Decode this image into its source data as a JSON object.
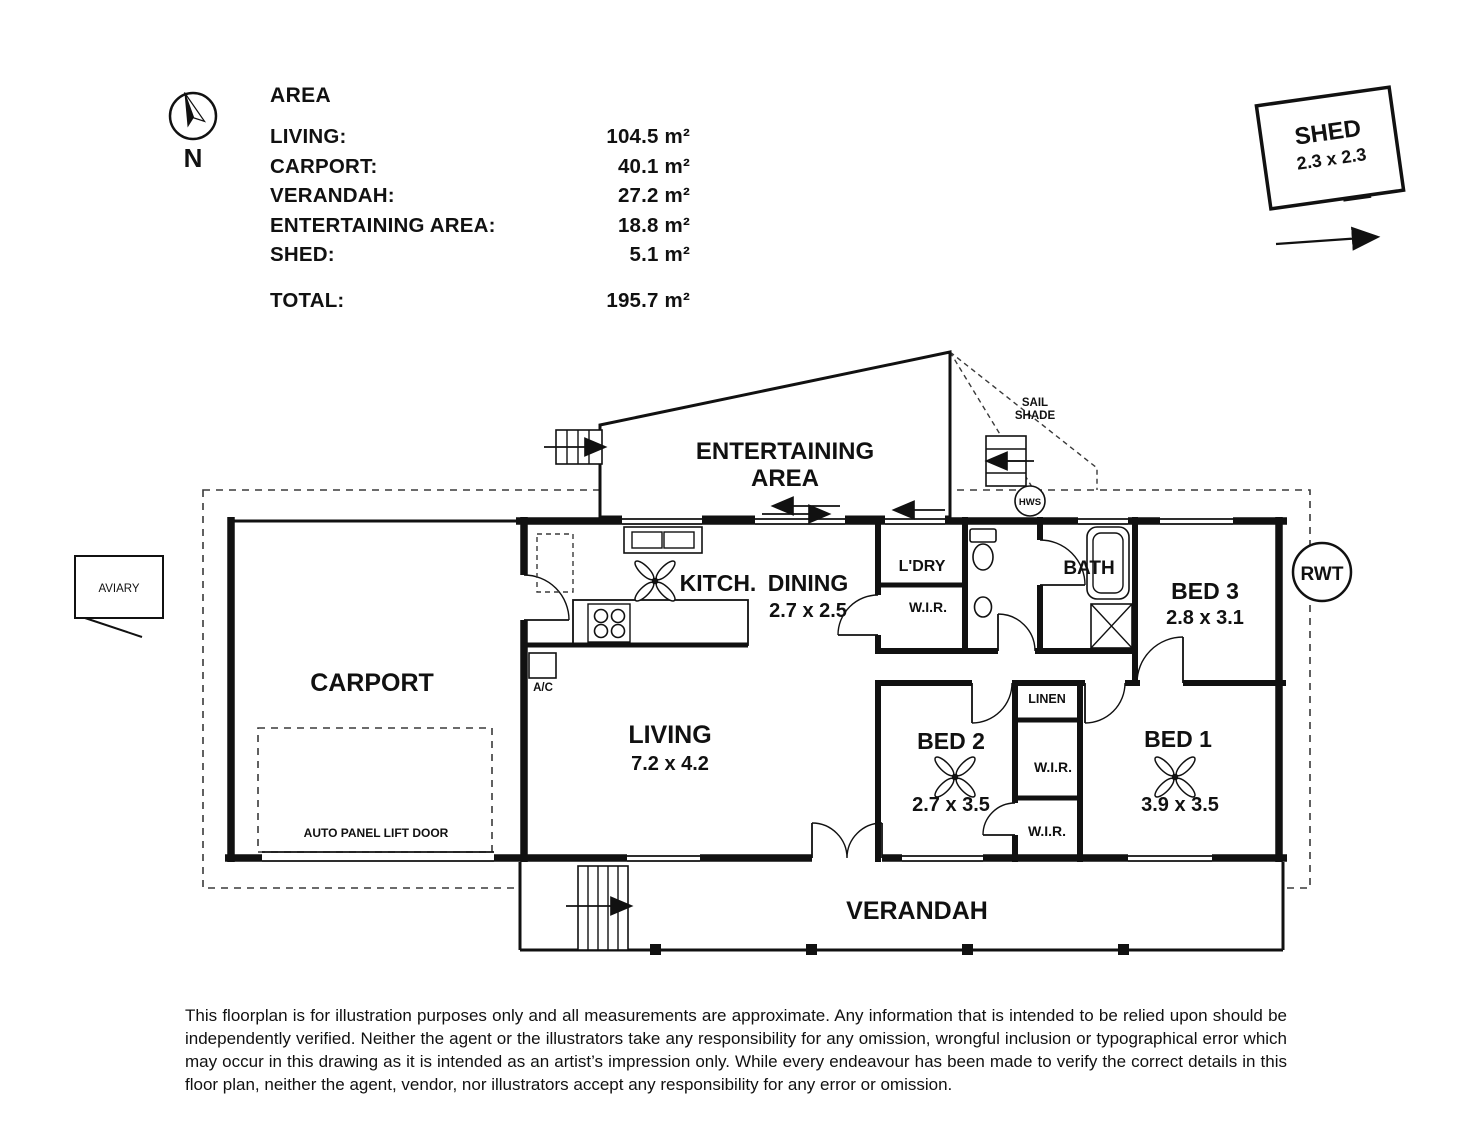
{
  "page": {
    "background": "#ffffff",
    "ink": "#111111"
  },
  "compass": {
    "label": "N"
  },
  "area_legend": {
    "title": "AREA",
    "rows": [
      {
        "label": "LIVING:",
        "value": "104.5 m²"
      },
      {
        "label": "CARPORT:",
        "value": "40.1 m²"
      },
      {
        "label": "VERANDAH:",
        "value": "27.2 m²"
      },
      {
        "label": "ENTERTAINING AREA:",
        "value": "18.8 m²"
      },
      {
        "label": "SHED:",
        "value": "5.1 m²"
      }
    ],
    "total": {
      "label": "TOTAL:",
      "value": "195.7 m²"
    }
  },
  "shed": {
    "name": "SHED",
    "dims": "2.3 x 2.3"
  },
  "rooms": {
    "entertaining_line1": "ENTERTAINING",
    "entertaining_line2": "AREA",
    "kitchen": {
      "name": "KITCH."
    },
    "dining": {
      "name": "DINING",
      "dims": "2.7 x 2.5"
    },
    "laundry": {
      "name": "L'DRY"
    },
    "wir_top": {
      "name": "W.I.R."
    },
    "bath": {
      "name": "BATH"
    },
    "bed3": {
      "name": "BED 3",
      "dims": "2.8 x 3.1"
    },
    "carport": {
      "name": "CARPORT"
    },
    "living": {
      "name": "LIVING",
      "dims": "7.2 x 4.2"
    },
    "bed2": {
      "name": "BED 2",
      "dims": "2.7 x 3.5"
    },
    "linen": {
      "name": "LINEN"
    },
    "wir_mid": {
      "name": "W.I.R."
    },
    "wir_bottom": {
      "name": "W.I.R."
    },
    "bed1": {
      "name": "BED 1",
      "dims": "3.9 x 3.5"
    },
    "verandah": {
      "name": "VERANDAH"
    }
  },
  "annotations": {
    "sail_shade_line1": "SAIL",
    "sail_shade_line2": "SHADE",
    "hws": "HWS",
    "rwt": "RWT",
    "aviary": "AVIARY",
    "ac": "A/C",
    "auto_door": "AUTO PANEL LIFT DOOR"
  },
  "disclaimer": "This floorplan is for illustration purposes only and all measurements are approximate. Any information that is intended to be relied upon should be independently verified. Neither the agent or the illustrators take any responsibility for any omission, wrongful inclusion or typographical error which may occur in this drawing as it is intended as an artist’s impression only. While every endeavour has been made to verify the correct details in this floor plan, neither the agent, vendor, nor illustrators accept any responsibility for any error or omission."
}
